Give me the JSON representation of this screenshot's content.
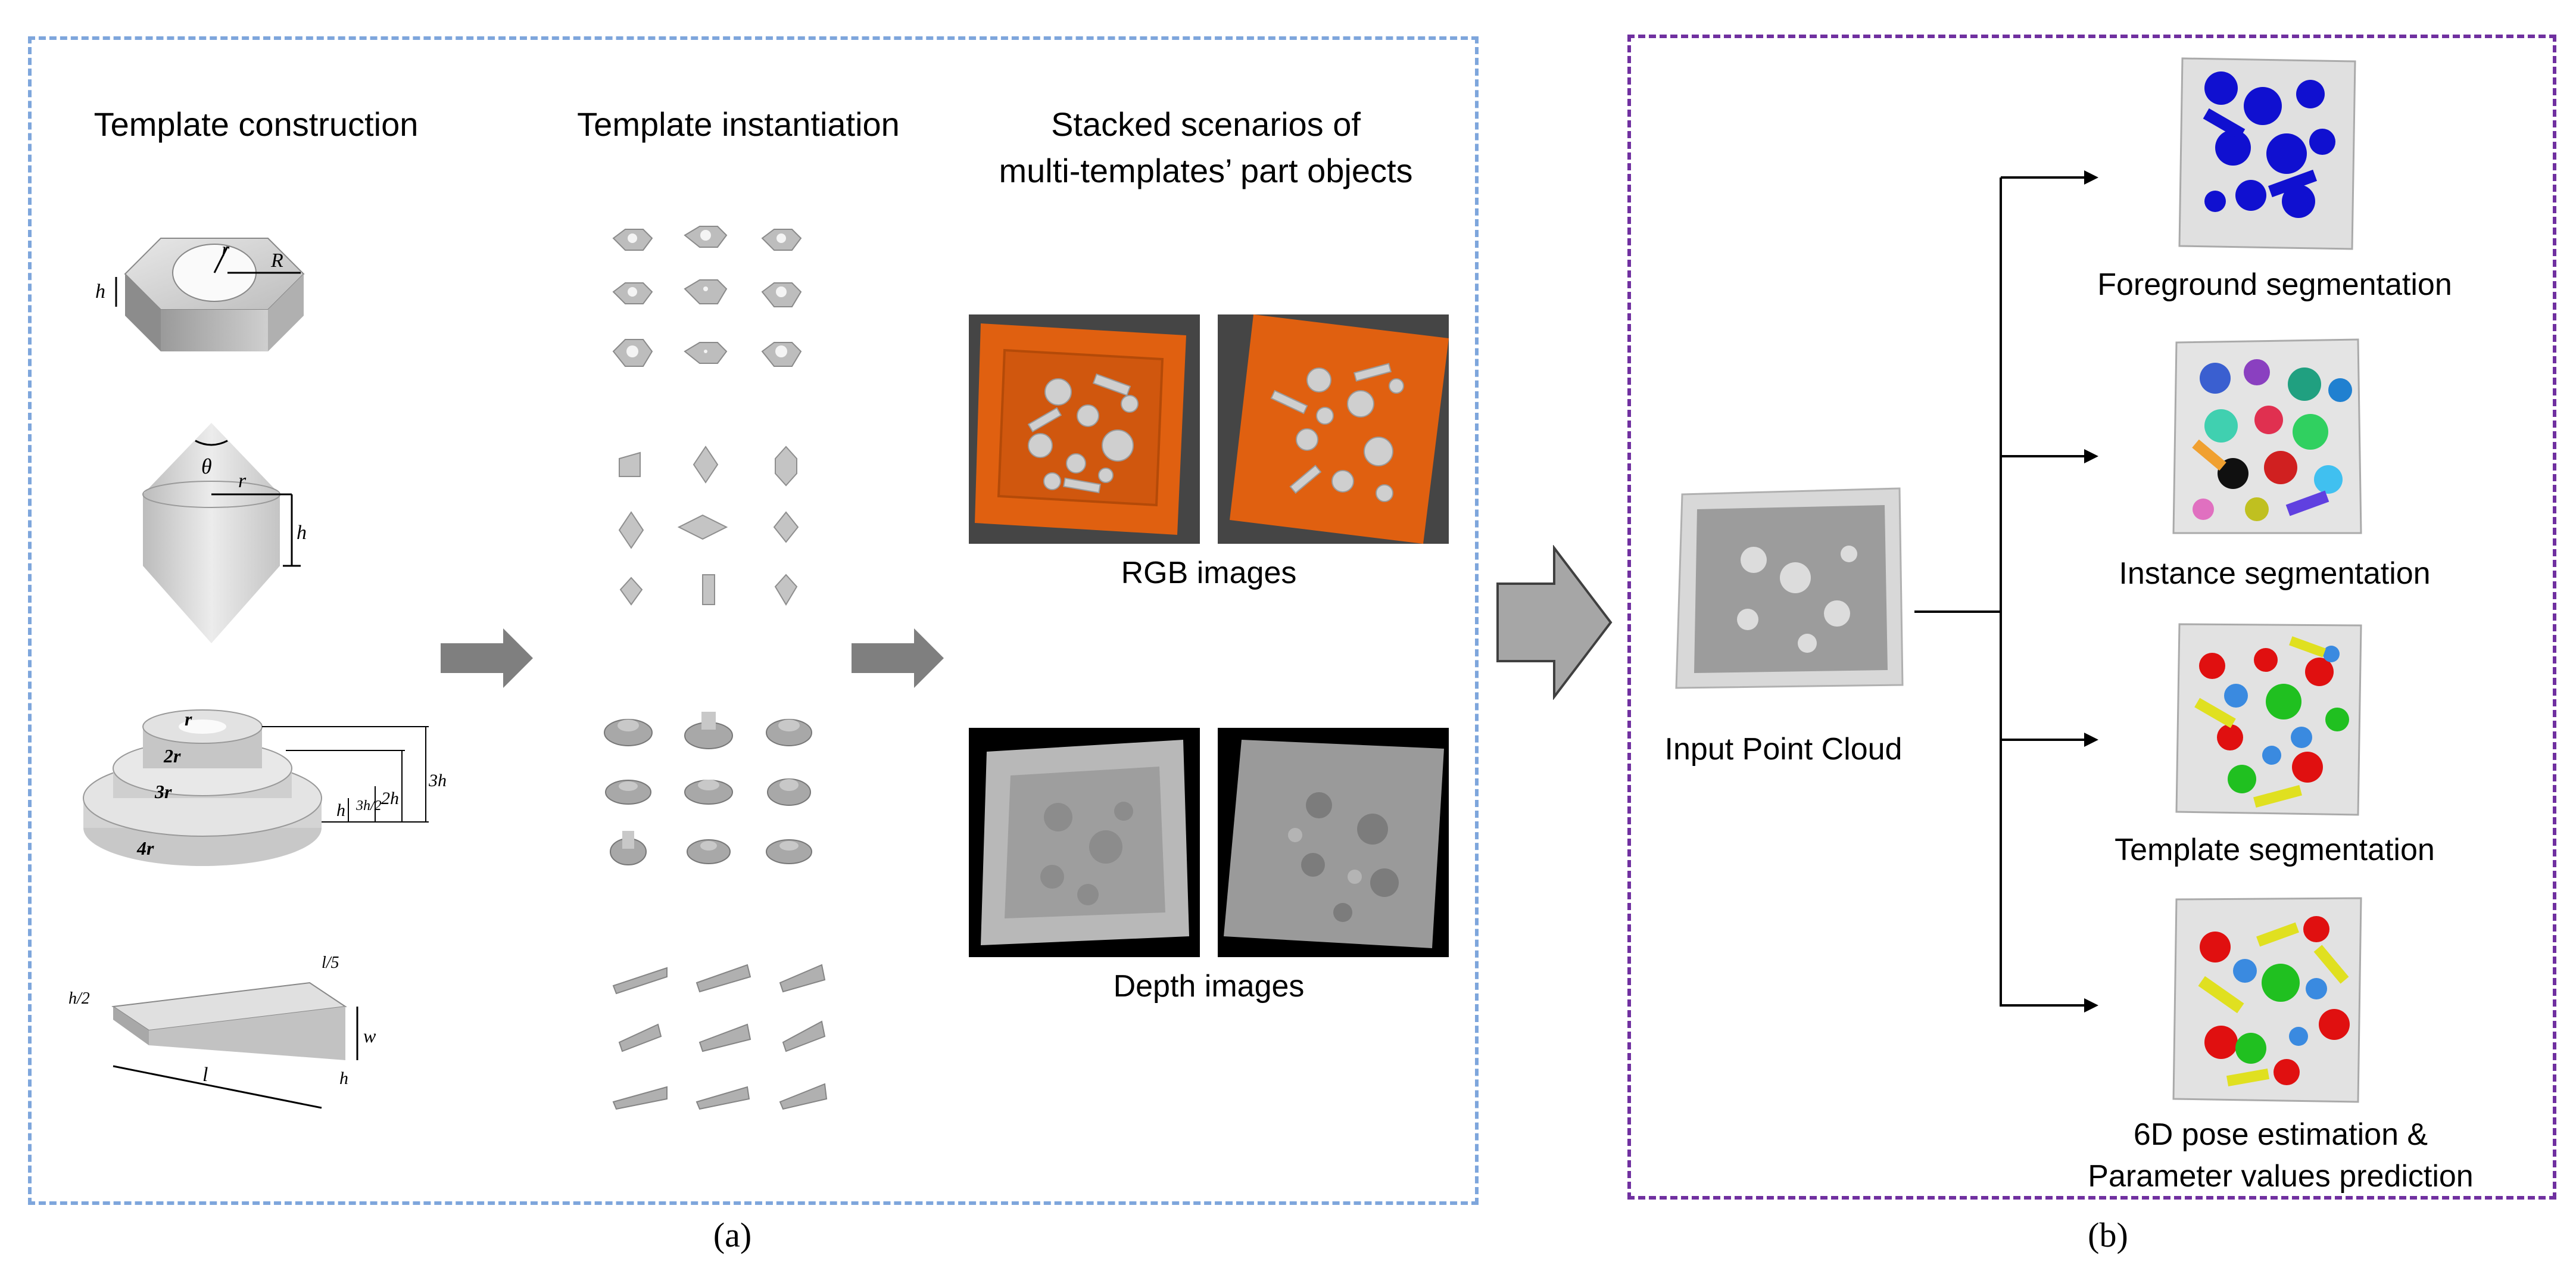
{
  "panel_a": {
    "col1_title": "Template construction",
    "col2_title": "Template instantiation",
    "col3_title_line1": "Stacked scenarios of",
    "col3_title_line2": "multi-templates’ part objects",
    "rgb_label": "RGB images",
    "depth_label": "Depth images",
    "caption": "(a)",
    "dims": {
      "nut_r": "r",
      "nut_R": "R",
      "nut_h": "h",
      "cone_theta": "θ",
      "cone_r": "r",
      "cone_h": "h",
      "step_r": "r",
      "step_2r": "2r",
      "step_3r": "3r",
      "step_4r": "4r",
      "step_h": "h",
      "step_3h2": "3h/2",
      "step_2h": "2h",
      "step_3h": "3h",
      "wedge_l5": "l/5",
      "wedge_h2": "h/2",
      "wedge_w": "w",
      "wedge_l": "l",
      "wedge_h": "h"
    }
  },
  "panel_b": {
    "input_label": "Input Point Cloud",
    "out1": "Foreground segmentation",
    "out2": "Instance segmentation",
    "out3": "Template segmentation",
    "out4_line1": "6D pose estimation &",
    "out4_line2": "Parameter values prediction",
    "caption": "(b)"
  },
  "colors": {
    "frame_a": "#7ea6dc",
    "frame_b": "#7030a0",
    "arrow_fill": "#7f7f7f",
    "big_arrow_fill": "#a6a6a6",
    "orange": "#e06010",
    "blue_seg": "#1010d0"
  }
}
